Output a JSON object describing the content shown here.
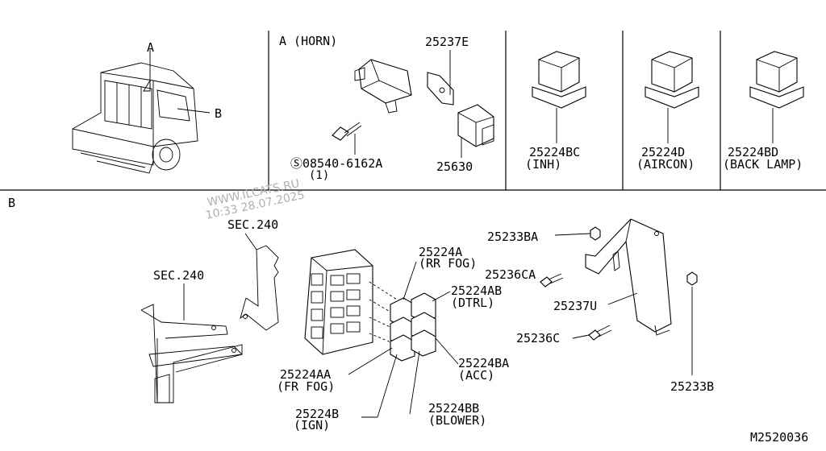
{
  "header": {
    "section_a": "A (HORN)",
    "callout_a": "A",
    "callout_b": "B",
    "section_b": "B"
  },
  "parts": {
    "p25237E": "25237E",
    "p25630": "25630",
    "bolt": "Ⓢ08540-6162A",
    "bolt_qty": "(1)",
    "p25224BC": "25224BC",
    "p25224BC_note": "(INH)",
    "p25224D": "25224D",
    "p25224D_note": "(AIRCON)",
    "p25224BD": "25224BD",
    "p25224BD_note": "(BACK LAMP)",
    "sec240_a": "SEC.240",
    "sec240_b": "SEC.240",
    "p25224A": "25224A",
    "p25224A_note": "(RR FOG)",
    "p25224AB": "25224AB",
    "p25224AB_note": "(DTRL)",
    "p25224BA": "25224BA",
    "p25224BA_note": "(ACC)",
    "p25224AA": "25224AA",
    "p25224AA_note": "(FR FOG)",
    "p25224B": "25224B",
    "p25224B_note": "(IGN)",
    "p25224BB": "25224BB",
    "p25224BB_note": "(BLOWER)",
    "p25233BA": "25233BA",
    "p25236CA": "25236CA",
    "p25237U": "25237U",
    "p25236C": "25236C",
    "p25233B": "25233B"
  },
  "watermark": {
    "site": "WWW.ILCATS.RU",
    "stamp": "10:33 28.07.2025"
  },
  "footer": {
    "diagram_id": "M2520036"
  }
}
